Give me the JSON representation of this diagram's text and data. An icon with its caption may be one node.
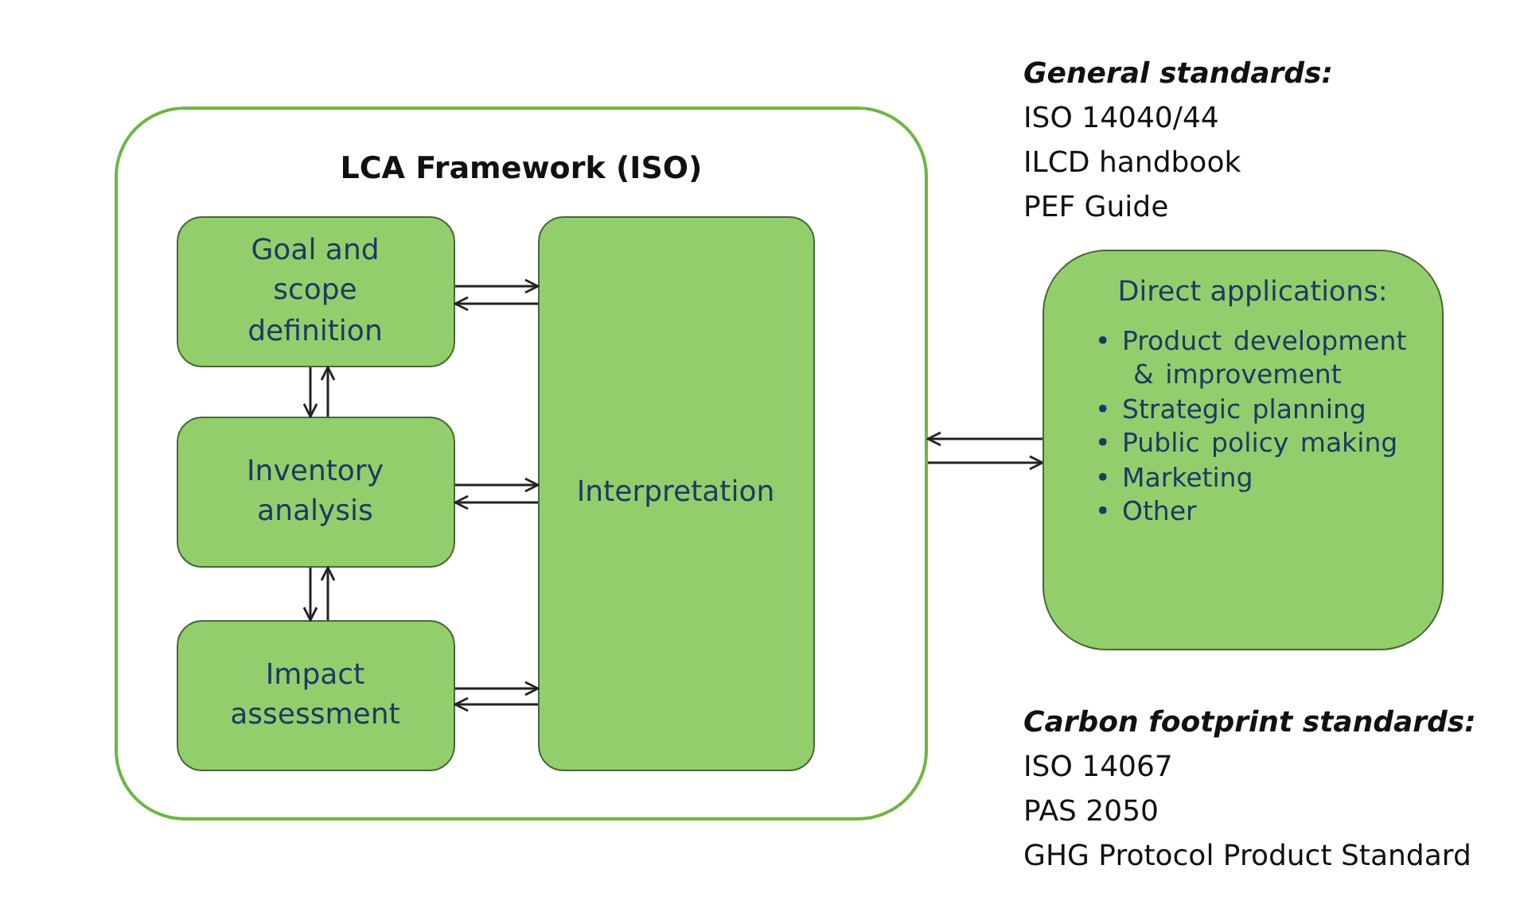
{
  "diagram": {
    "nodes": [
      {
        "text": [
          "LCA Framework (ISO)"
        ]
      },
      {
        "text": [
          "Goal and scope definition"
        ],
        "in": 0
      },
      {
        "text": [
          "Inventory analysis"
        ],
        "in": 0
      },
      {
        "text": [
          "Impact assessment"
        ],
        "in": 0
      },
      {
        "text": [
          "Interpretation"
        ],
        "in": 0
      },
      {
        "text": [
          "Direct applications:",
          "• Product development & improvement",
          "• Strategic planning",
          "• Public policy making",
          "• Marketing",
          "• Other"
        ]
      }
    ],
    "edges": [
      {
        "from": 1,
        "to": 4,
        "arrow": "to"
      },
      {
        "from": 4,
        "to": 1,
        "arrow": "to"
      },
      {
        "from": 2,
        "to": 4,
        "arrow": "to"
      },
      {
        "from": 4,
        "to": 2,
        "arrow": "to"
      },
      {
        "from": 3,
        "to": 4,
        "arrow": "to"
      },
      {
        "from": 4,
        "to": 3,
        "arrow": "to"
      },
      {
        "from": 1,
        "to": 2,
        "arrow": "to"
      },
      {
        "from": 2,
        "to": 1,
        "arrow": "to"
      },
      {
        "from": 2,
        "to": 3,
        "arrow": "to"
      },
      {
        "from": 3,
        "to": 2,
        "arrow": "to"
      },
      {
        "from": 5,
        "to": 0,
        "arrow": "to"
      },
      {
        "from": 0,
        "to": 5,
        "arrow": "to"
      }
    ],
    "labels": [
      "General standards:",
      "ISO 14040/44",
      "ILCD handbook",
      "PEF Guide",
      "Carbon footprint standards:",
      "ISO 14067",
      "PAS 2050",
      "GHG Protocol Product Standard"
    ]
  }
}
